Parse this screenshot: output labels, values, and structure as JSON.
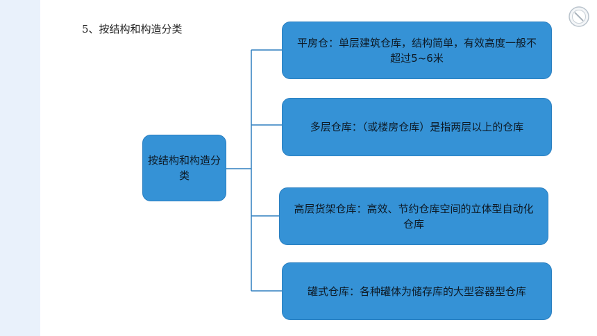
{
  "heading": "5、按结构和构造分类",
  "root": {
    "label": "按结构和构造分类"
  },
  "children": [
    {
      "label": "平房仓：单层建筑仓库，结构简单，有效高度一般不超过5~6米"
    },
    {
      "label": "多层仓库：（或楼房仓库）是指两层以上的仓库"
    },
    {
      "label": "高层货架仓库：高效、节约仓库空间的立体型自动化仓库"
    },
    {
      "label": "罐式仓库：各种罐体为储存库的大型容器型仓库"
    }
  ],
  "colors": {
    "box_fill": "#3592d6",
    "connector": "#2f7fbf",
    "side_strip": "#e9f1fb"
  },
  "icons": {
    "corner": "circle-slash-icon"
  }
}
